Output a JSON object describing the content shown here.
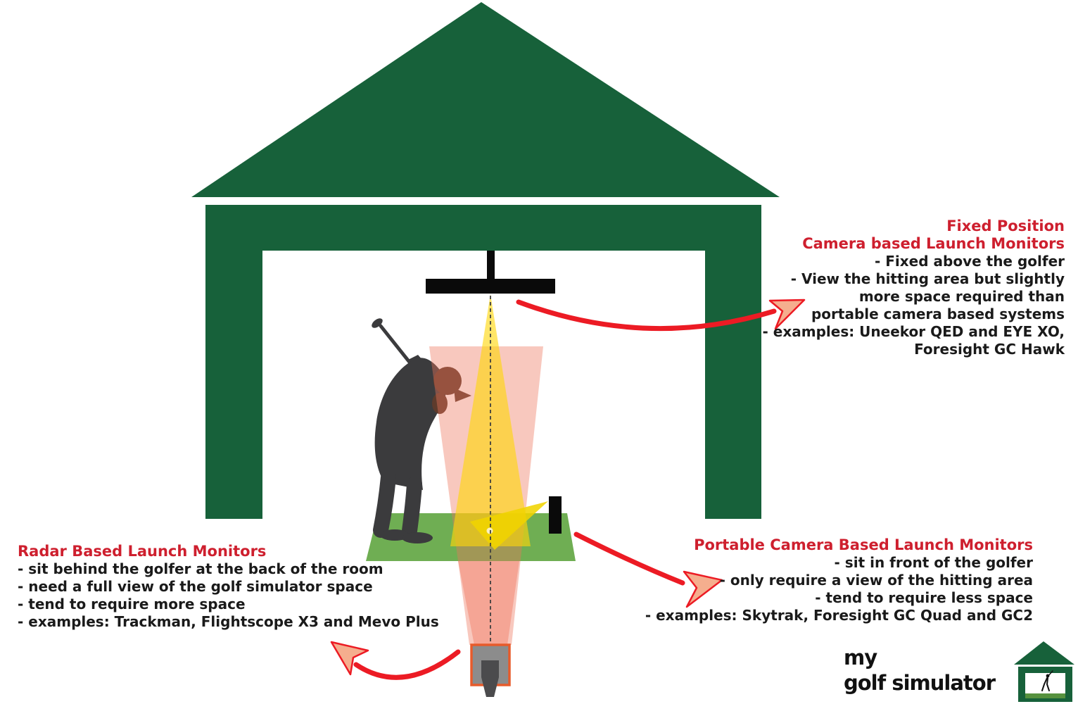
{
  "colors": {
    "house_green": "#17613A",
    "mat_green": "#6FAE53",
    "heading_red": "#CE1F2E",
    "arrow_red": "#EC1B24",
    "beam_yellow": "#FFD60A",
    "radar_pink": "#F3977F",
    "device_orange": "#E75B2B",
    "golfer_gray": "#3B3B3D",
    "head_brown": "#5E3B2C",
    "text_black": "#1A1A1A"
  },
  "annotations": {
    "fixed_camera": {
      "heading": [
        "Fixed Position",
        "Camera based Launch Monitors"
      ],
      "lines": [
        "- Fixed above the golfer",
        "- View the hitting area but slightly",
        "more space required than",
        "portable camera based systems",
        "- examples: Uneekor QED and EYE XO,",
        "Foresight GC Hawk"
      ]
    },
    "radar": {
      "heading": [
        "Radar Based Launch Monitors"
      ],
      "lines": [
        "- sit behind the golfer at the back of the room",
        "- need a full view of the golf simulator space",
        "- tend to require more space",
        "- examples: Trackman, Flightscope X3 and Mevo Plus"
      ]
    },
    "portable_camera": {
      "heading": [
        "Portable Camera Based Launch Monitors"
      ],
      "lines": [
        "- sit in front of the golfer",
        "- only require a view of the hitting area",
        "- tend to require less space",
        "- examples: Skytrak, Foresight GC Quad and GC2"
      ]
    }
  },
  "logo": {
    "line1": "my",
    "line2": "golf simulator"
  },
  "icons": {
    "house": "garage-house-icon",
    "overhead_monitor": "ceiling-mounted-monitor-icon",
    "golfer": "golfer-silhouette-icon",
    "portable_monitor": "portable-monitor-icon",
    "radar_unit": "radar-unit-icon",
    "arrows": "curved-arrow-icon",
    "logo_house": "logo-house-icon"
  }
}
